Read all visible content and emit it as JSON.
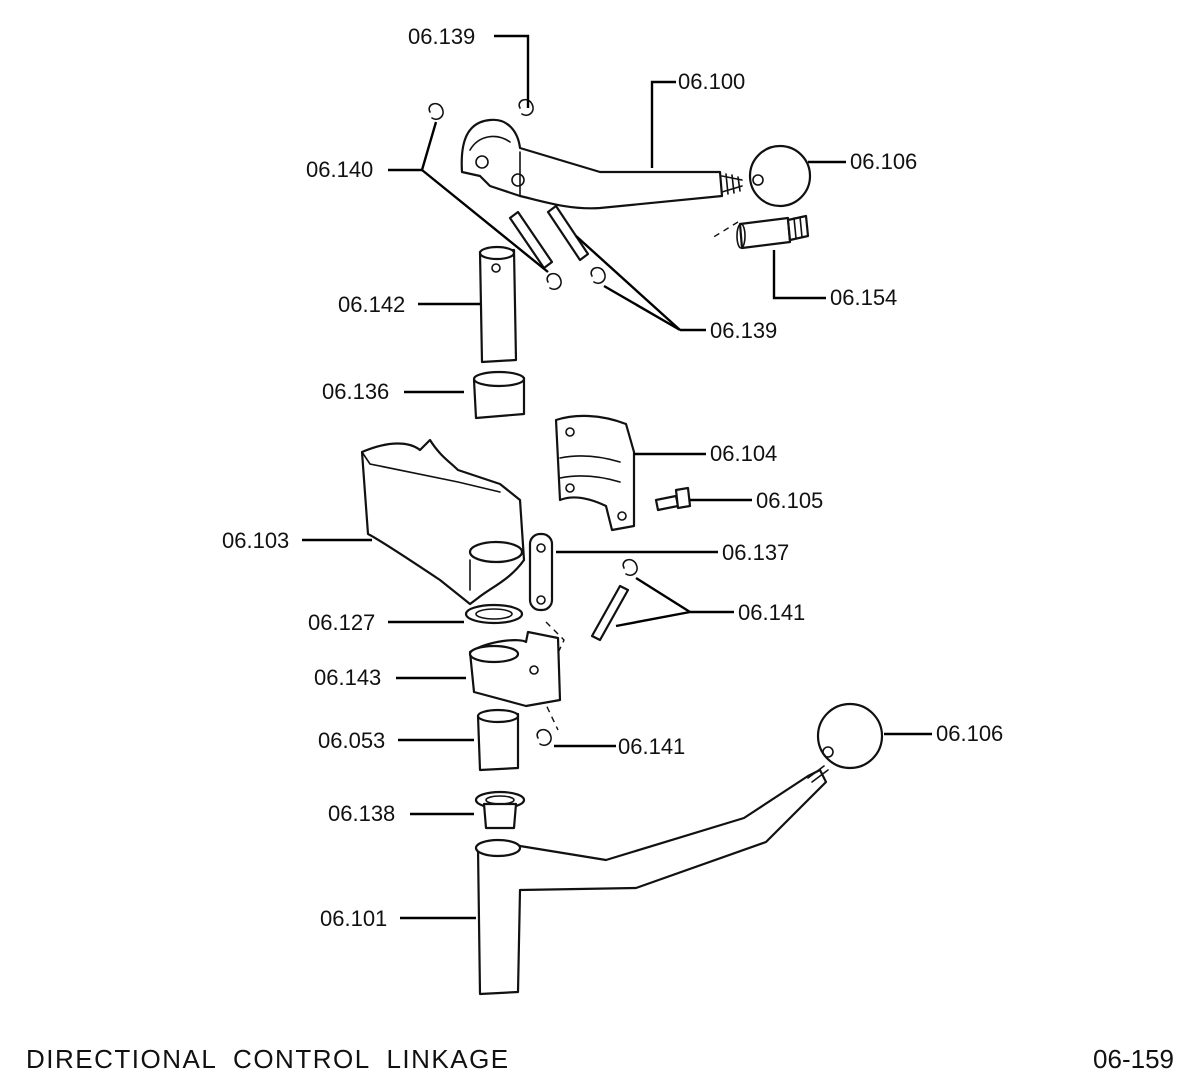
{
  "diagram": {
    "title": "DIRECTIONAL CONTROL LINKAGE",
    "page_number": "06-159",
    "callouts": [
      {
        "id": "c-139-top",
        "label": "06.139"
      },
      {
        "id": "c-100",
        "label": "06.100"
      },
      {
        "id": "c-106-top",
        "label": "06.106"
      },
      {
        "id": "c-140",
        "label": "06.140"
      },
      {
        "id": "c-154",
        "label": "06.154"
      },
      {
        "id": "c-142",
        "label": "06.142"
      },
      {
        "id": "c-139-mid",
        "label": "06.139"
      },
      {
        "id": "c-136",
        "label": "06.136"
      },
      {
        "id": "c-104",
        "label": "06.104"
      },
      {
        "id": "c-105",
        "label": "06.105"
      },
      {
        "id": "c-103",
        "label": "06.103"
      },
      {
        "id": "c-137",
        "label": "06.137"
      },
      {
        "id": "c-141-top",
        "label": "06.141"
      },
      {
        "id": "c-127",
        "label": "06.127"
      },
      {
        "id": "c-143",
        "label": "06.143"
      },
      {
        "id": "c-053",
        "label": "06.053"
      },
      {
        "id": "c-141-bottom",
        "label": "06.141"
      },
      {
        "id": "c-106-bottom",
        "label": "06.106"
      },
      {
        "id": "c-138",
        "label": "06.138"
      },
      {
        "id": "c-101",
        "label": "06.101"
      }
    ]
  }
}
